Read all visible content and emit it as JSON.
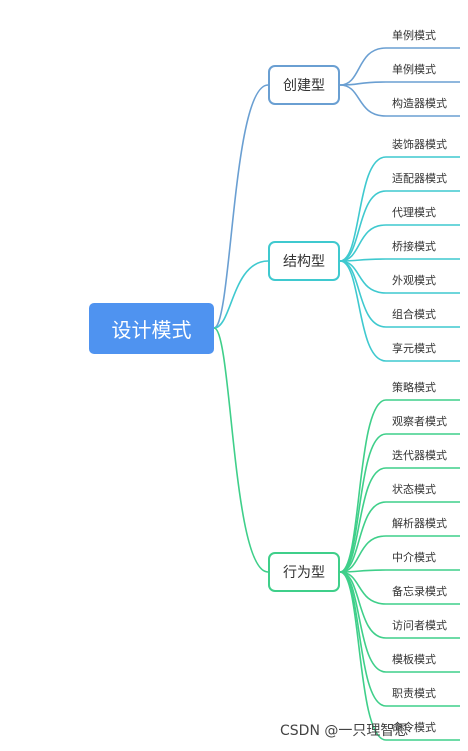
{
  "root": {
    "label": "设计模式",
    "color": "#4f93f0"
  },
  "categories": [
    {
      "key": "creational",
      "label": "创建型",
      "color": "#6a9fd2",
      "items": [
        "单例模式",
        "单例模式",
        "构造器模式"
      ]
    },
    {
      "key": "structural",
      "label": "结构型",
      "color": "#3fc9cf",
      "items": [
        "装饰器模式",
        "适配器模式",
        "代理模式",
        "桥接模式",
        "外观模式",
        "组合模式",
        "享元模式"
      ]
    },
    {
      "key": "behavioral",
      "label": "行为型",
      "color": "#3fcf8a",
      "items": [
        "策略模式",
        "观察者模式",
        "迭代器模式",
        "状态模式",
        "解析器模式",
        "中介模式",
        "备忘录模式",
        "访问者模式",
        "模板模式",
        "职责模式",
        "命令模式"
      ]
    }
  ],
  "watermark": {
    "text": "CSDN @一只理智恩"
  }
}
